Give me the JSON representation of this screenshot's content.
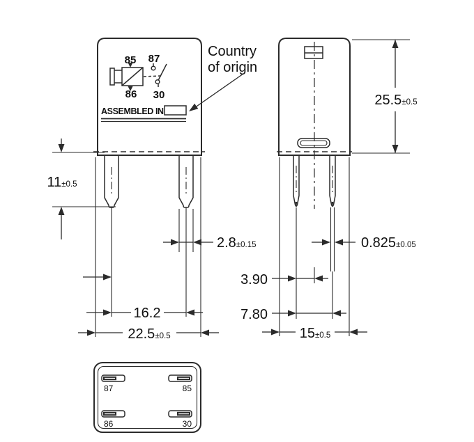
{
  "diagram": {
    "schematic": {
      "pin_85": "85",
      "pin_87": "87",
      "pin_86": "86",
      "pin_30": "30"
    },
    "assembled_in_label": "ASSEMBLED IN",
    "country_of_origin": {
      "line1": "Country",
      "line2": "of origin"
    },
    "dimensions": {
      "body_height": {
        "value": "25.5",
        "tolerance": "±0.5"
      },
      "pin_length": {
        "value": "11",
        "tolerance": "±0.5"
      },
      "blade_width": {
        "value": "2.8",
        "tolerance": "±0.15"
      },
      "blade_thickness": {
        "value": "0.825",
        "tolerance": "±0.05"
      },
      "pin_offset_center": {
        "value": "3.90"
      },
      "pin_pitch_side": {
        "value": "7.80"
      },
      "pin_pitch_front": {
        "value": "16.2"
      },
      "body_width": {
        "value": "22.5",
        "tolerance": "±0.5"
      },
      "body_depth": {
        "value": "15",
        "tolerance": "±0.5"
      }
    },
    "bottom_view_pins": {
      "top_left": "87",
      "top_right": "85",
      "bottom_left": "86",
      "bottom_right": "30"
    }
  },
  "colors": {
    "line": "#2b2b2b",
    "background": "#ffffff"
  }
}
